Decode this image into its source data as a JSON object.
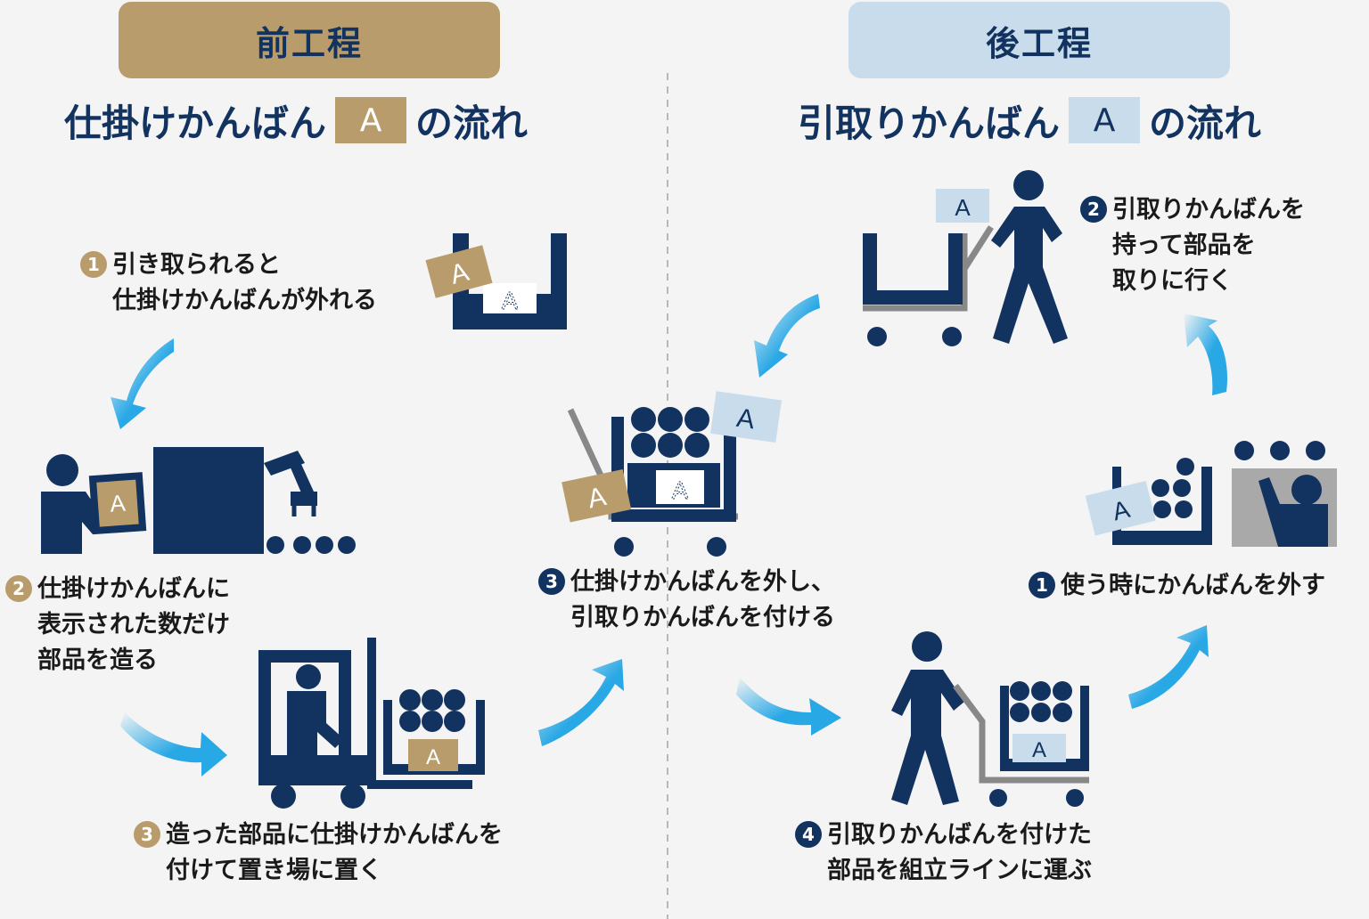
{
  "colors": {
    "navy": "#12325f",
    "gold": "#b99c6b",
    "light_blue": "#c9dcec",
    "arrow_blue": "#29a8e6",
    "gray": "#888888"
  },
  "left": {
    "header": "前工程",
    "title_pre": "仕掛けかんばん",
    "title_card": "A",
    "title_post": "の流れ",
    "steps": [
      {
        "num": "1",
        "lines": [
          "引き取られると",
          "仕掛けかんばんが外れる"
        ]
      },
      {
        "num": "2",
        "lines": [
          "仕掛けかんばんに",
          "表示された数だけ",
          "部品を造る"
        ]
      },
      {
        "num": "3",
        "lines": [
          "造った部品に仕掛けかんばんを",
          "付けて置き場に置く"
        ]
      }
    ]
  },
  "center": {
    "step": {
      "num": "3",
      "lines": [
        "仕掛けかんばんを外し、",
        "引取りかんばんを付ける"
      ]
    }
  },
  "right": {
    "header": "後工程",
    "title_pre": "引取りかんばん",
    "title_card": "A",
    "title_post": "の流れ",
    "steps": [
      {
        "num": "1",
        "lines": [
          "使う時にかんばんを外す"
        ]
      },
      {
        "num": "2",
        "lines": [
          "引取りかんばんを",
          "持って部品を",
          "取りに行く"
        ]
      },
      {
        "num": "4",
        "lines": [
          "引取りかんばんを付けた",
          "部品を組立ラインに運ぶ"
        ]
      }
    ]
  },
  "card_letter": "A",
  "icons": [
    "bin-icon",
    "worker-at-machine-icon",
    "robot-arm-icon",
    "forklift-icon",
    "cart-icon",
    "walking-person-icon",
    "shelf-worker-icon",
    "arrow-icon"
  ]
}
